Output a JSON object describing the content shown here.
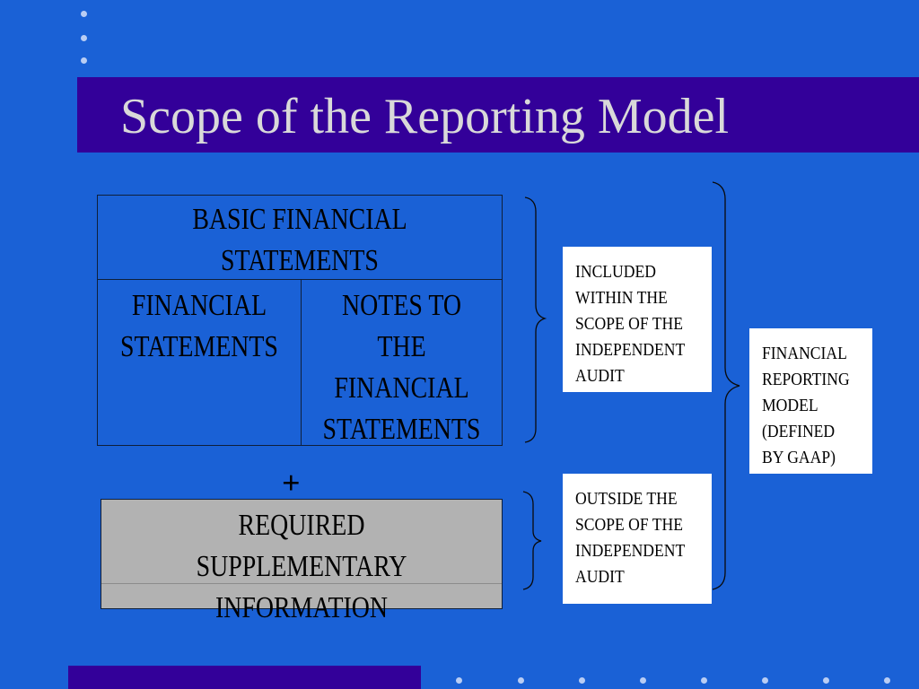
{
  "slide": {
    "title": "Scope of the Reporting Model",
    "colors": {
      "background": "#1a61d6",
      "band": "#330099",
      "title_text": "#d9d9d9",
      "supplementary_fill": "#b2b2b2",
      "label_fill": "#ffffff"
    }
  },
  "diagram": {
    "basic_header": [
      "BASIC FINANCIAL",
      "STATEMENTS"
    ],
    "financial_statements": [
      "FINANCIAL",
      "STATEMENTS"
    ],
    "notes": [
      "NOTES TO",
      "THE",
      "FINANCIAL",
      "STATEMENTS"
    ],
    "plus": "+",
    "supplementary": [
      "REQUIRED SUPPLEMENTARY",
      "INFORMATION"
    ],
    "included_label": [
      "INCLUDED",
      "WITHIN THE",
      "SCOPE OF THE",
      "INDEPENDENT",
      "AUDIT"
    ],
    "outside_label": [
      "OUTSIDE THE",
      "SCOPE OF THE",
      "INDEPENDENT",
      "AUDIT"
    ],
    "model_label": [
      "FINANCIAL",
      "REPORTING",
      "MODEL",
      "(DEFINED",
      "BY GAAP)"
    ]
  }
}
